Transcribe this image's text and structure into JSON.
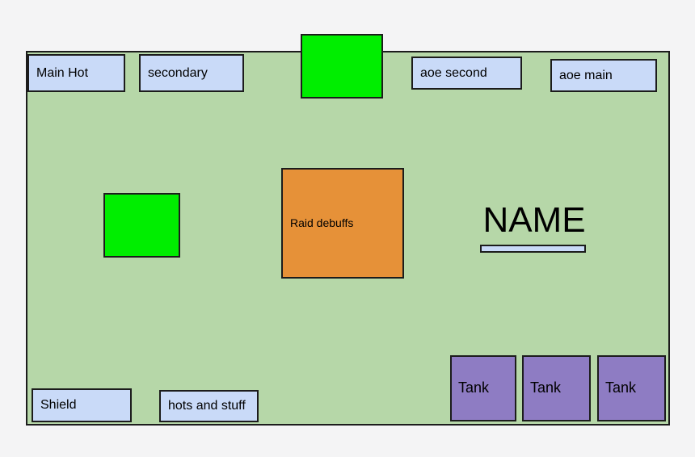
{
  "colors": {
    "page_bg": "#f4f4f5",
    "panel_green": "#b6d7a8",
    "label_blue": "#c9daf8",
    "bright_green": "#00ee00",
    "debuff_orange": "#e69138",
    "tank_purple": "#8e7cc3",
    "outline": "#1c1c1c",
    "text": "#000000"
  },
  "labels": {
    "main_hot": "Main Hot",
    "secondary": "secondary",
    "aoe_second": "aoe second",
    "aoe_main": "aoe main",
    "raid_debuffs": "Raid debuffs",
    "name_title": "NAME",
    "shield": "Shield",
    "hots_and_stuff": "hots and stuff",
    "tanks": [
      "Tank",
      "Tank",
      "Tank"
    ]
  }
}
